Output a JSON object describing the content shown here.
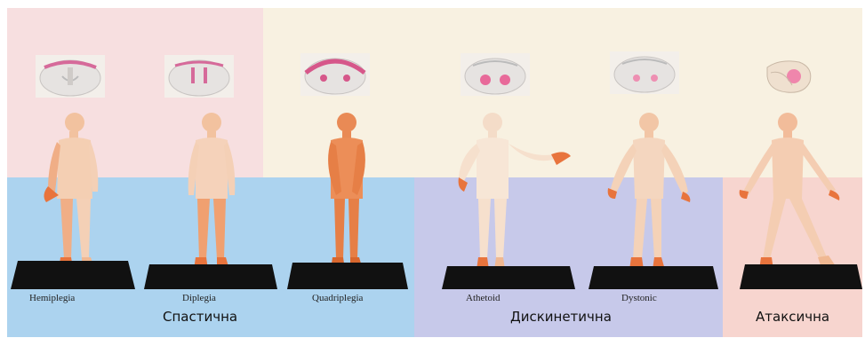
{
  "subtypes": [
    {
      "label": "Hemiplegia"
    },
    {
      "label": "Diplegia"
    },
    {
      "label": "Quadriplegia"
    },
    {
      "label": "Athetoid"
    },
    {
      "label": "Dystonic"
    }
  ],
  "categories": [
    {
      "label": "Спастична",
      "color": "#acd3ef"
    },
    {
      "label": "Дискинетична",
      "color": "#c7c9ea"
    },
    {
      "label": "Атаксична",
      "color": "#f7d5cf"
    }
  ],
  "colors": {
    "skin_light": "#f4d7bf",
    "skin_mid": "#f2b48f",
    "skin_dark": "#ee8a4e",
    "lesion": "#e34d8a",
    "platform": "#111111"
  }
}
